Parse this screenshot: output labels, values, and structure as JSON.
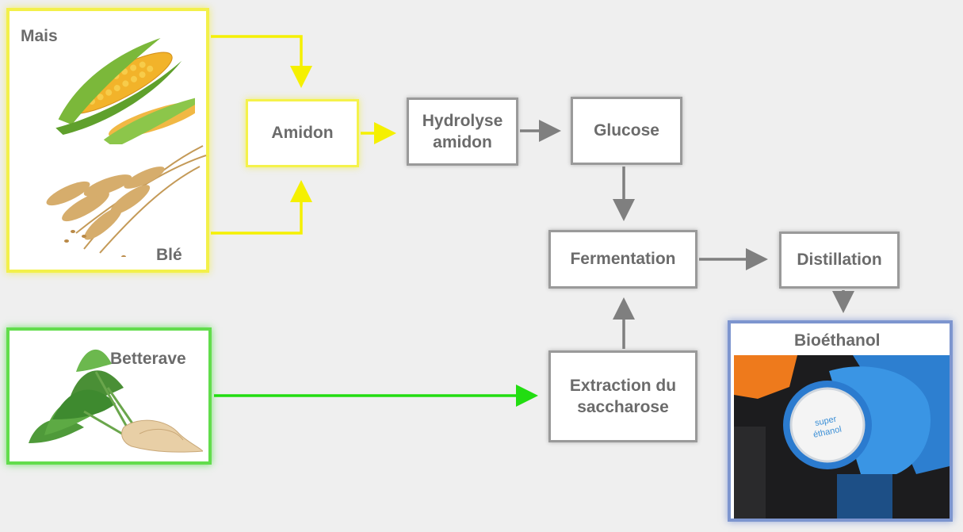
{
  "sources": {
    "cereals": {
      "label_top": "Mais",
      "label_bottom": "Blé"
    },
    "beet": {
      "label": "Betterave"
    }
  },
  "nodes": {
    "amidon": "Amidon",
    "hydrolyse": [
      "Hydrolyse",
      "amidon"
    ],
    "glucose": "Glucose",
    "fermentation": "Fermentation",
    "distillation": "Distillation",
    "extraction": [
      "Extraction du",
      "saccharose"
    ]
  },
  "product": {
    "title": "Bioéthanol",
    "nozzle_text": [
      "super",
      "éthanol"
    ]
  },
  "colors": {
    "background": "#efefef",
    "cereal_path": "#f5f000",
    "beet_path": "#22dd11",
    "process_arrow": "#7f7f7f",
    "nozzle_blue": "#2f8fd8"
  }
}
